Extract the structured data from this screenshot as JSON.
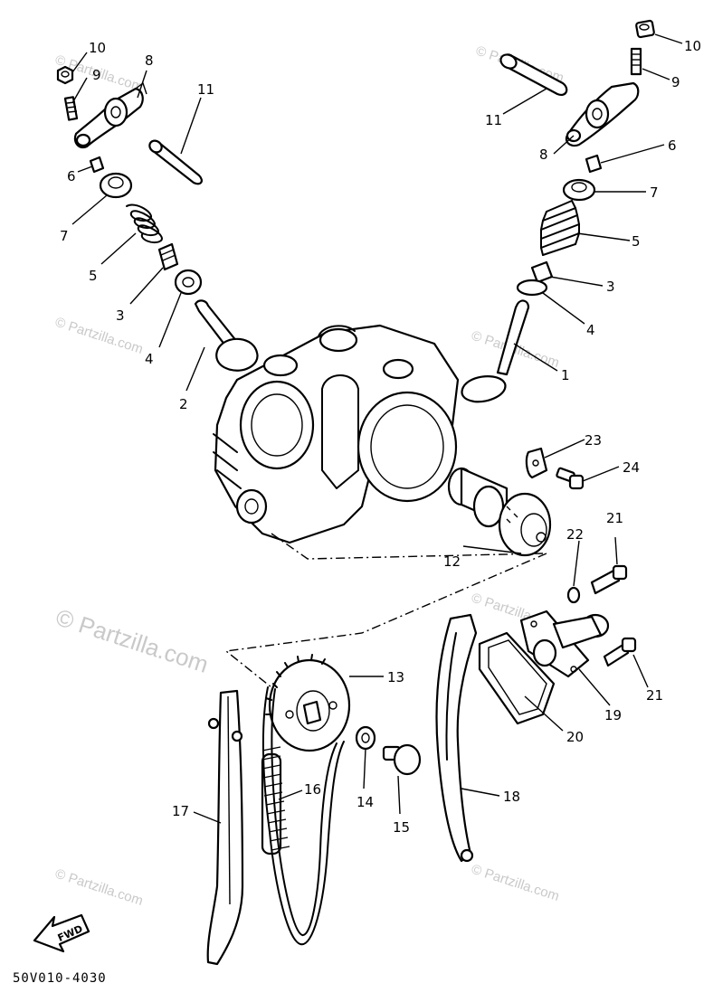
{
  "watermark": {
    "main": "© Partzilla.com",
    "small": "© Partzilla.com"
  },
  "diagram_code": "50V010-4030",
  "fwd_label": "FWD",
  "callouts": {
    "n1": "1",
    "n2": "2",
    "n3": "3",
    "n4": "4",
    "n5": "5",
    "n6": "6",
    "n7": "7",
    "n8": "8",
    "n9": "9",
    "n10": "10",
    "n11": "11",
    "n12": "12",
    "n13": "13",
    "n14": "14",
    "n15": "15",
    "n16": "16",
    "n17": "17",
    "n18": "18",
    "n19": "19",
    "n20": "20",
    "n21": "21",
    "n22": "22",
    "n23": "23",
    "n24": "24"
  }
}
